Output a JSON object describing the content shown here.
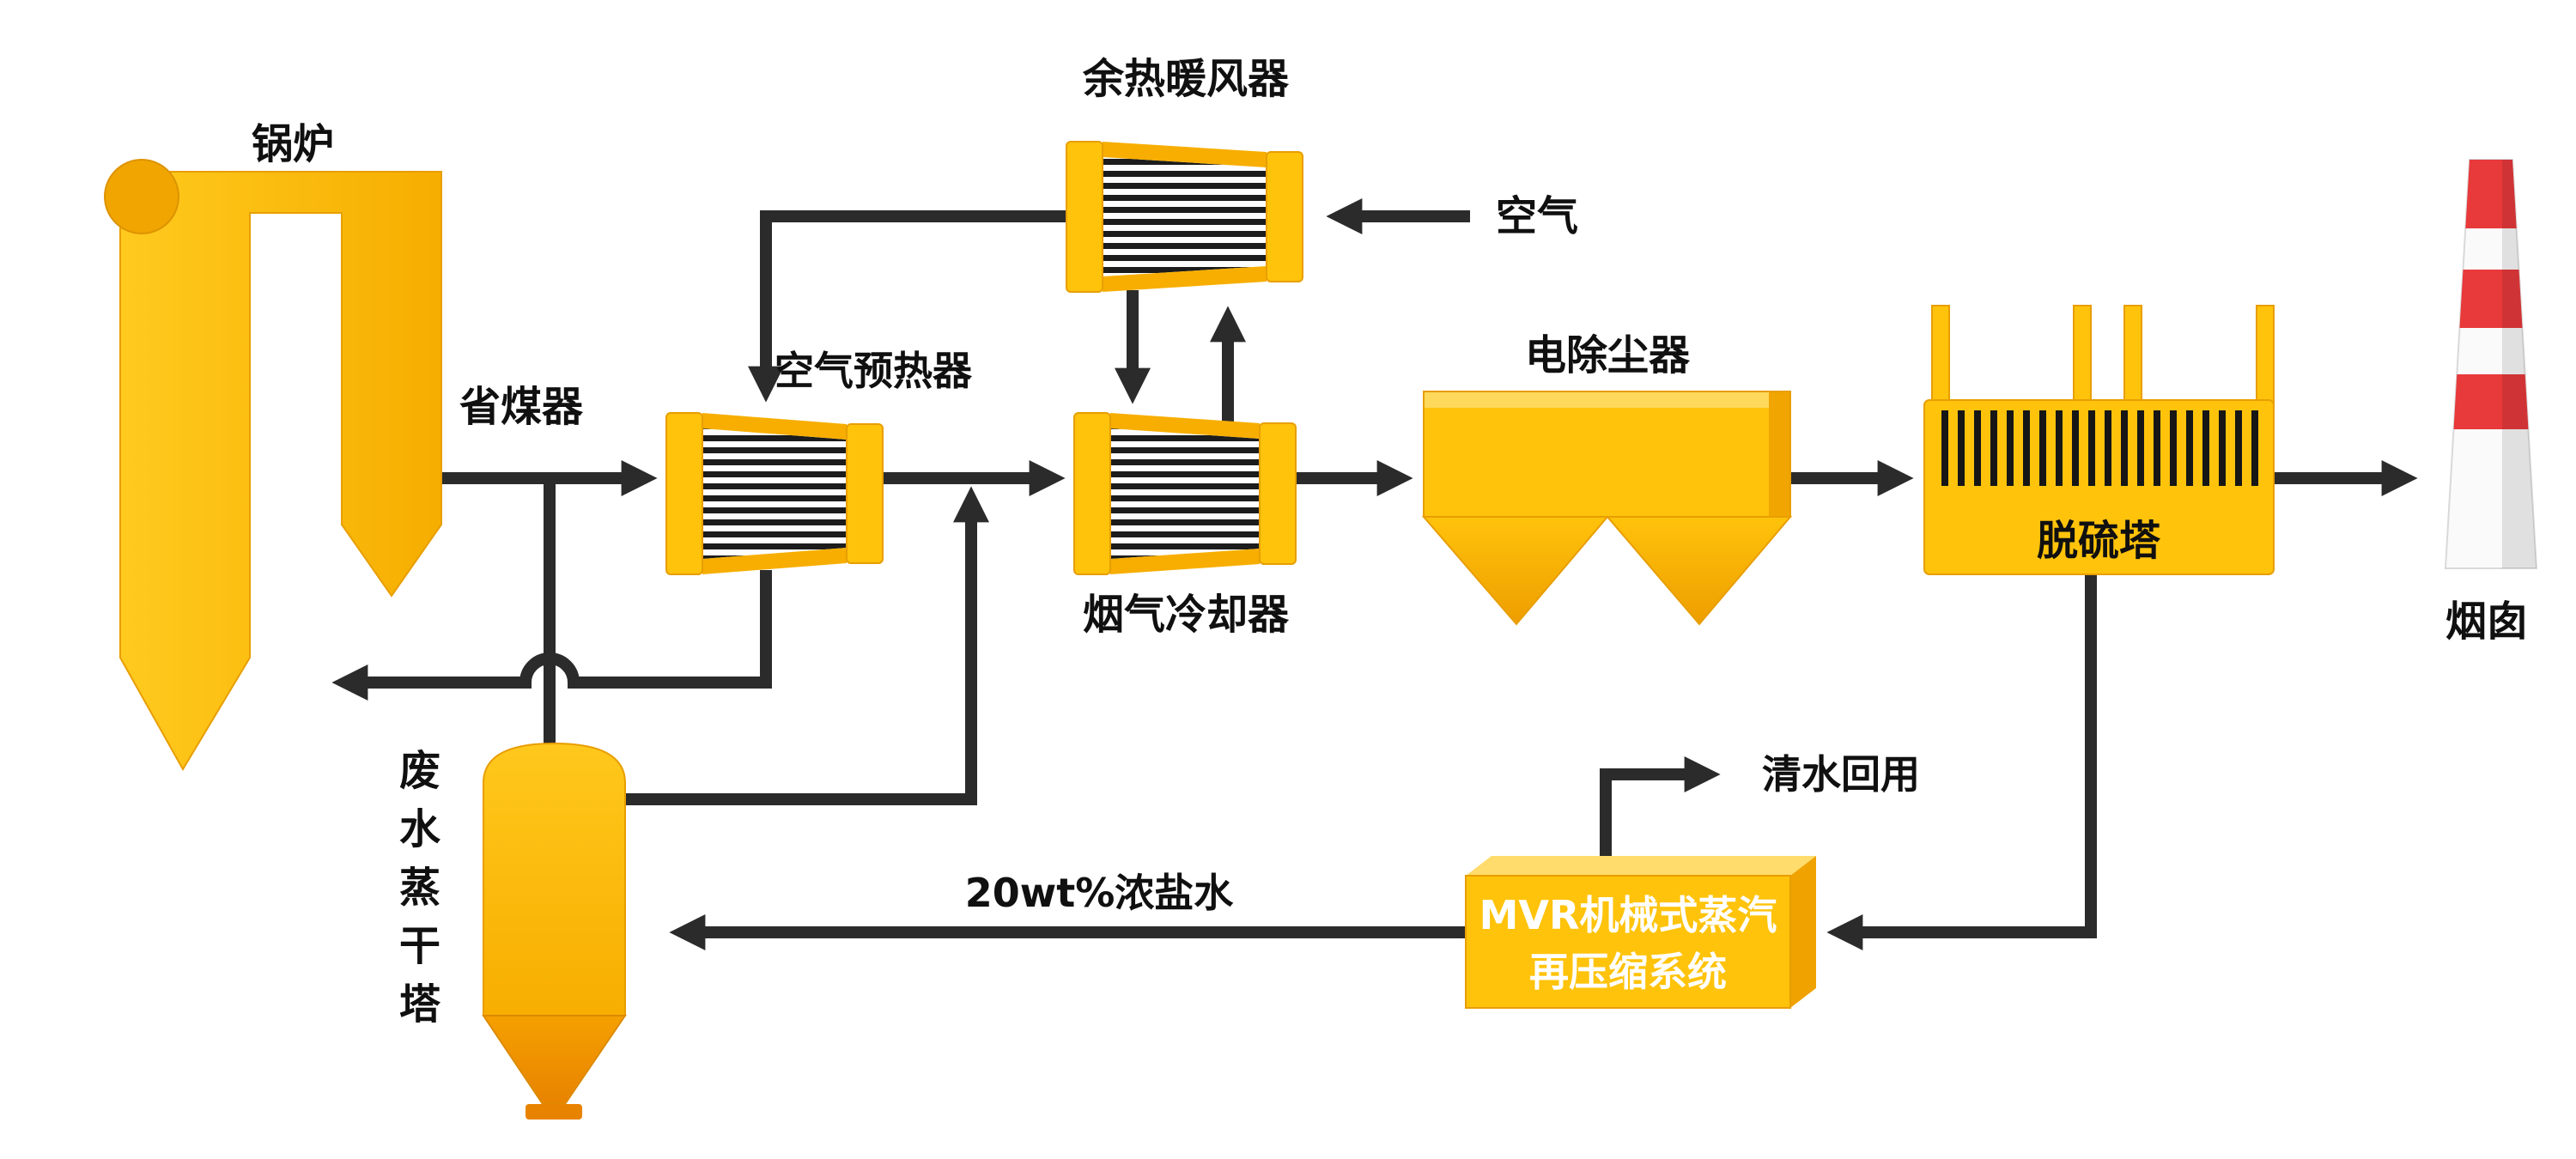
{
  "diagram": {
    "title_context": "flue-gas-treatment-process-flow",
    "labels": {
      "boiler": "锅炉",
      "economizer": "省煤器",
      "air_preheater": "空气预热器",
      "waste_heat_air_heater": "余热暖风器",
      "air": "空气",
      "flue_gas_cooler": "烟气冷却器",
      "esp": "电除尘器",
      "desulfurization_tower": "脱硫塔",
      "chimney": "烟囱",
      "clean_water_reuse": "清水回用",
      "brine": "20wt%浓盐水",
      "mvr_line1": "MVR机械式蒸汽",
      "mvr_line2": "再压缩系统",
      "evaporation_tower_chars": [
        "废",
        "水",
        "蒸",
        "干",
        "塔"
      ]
    },
    "colors": {
      "gold": "#FFC30B",
      "gold_dark": "#F0A500",
      "gold_light": "#FFD95C",
      "line": "#2B2B2B",
      "tube_black": "#1C1C1C",
      "chimney_red": "#E8393B",
      "chimney_white": "#FAFAFA",
      "mvr_text": "#FFFFFF",
      "background": "#FFFFFF"
    }
  }
}
